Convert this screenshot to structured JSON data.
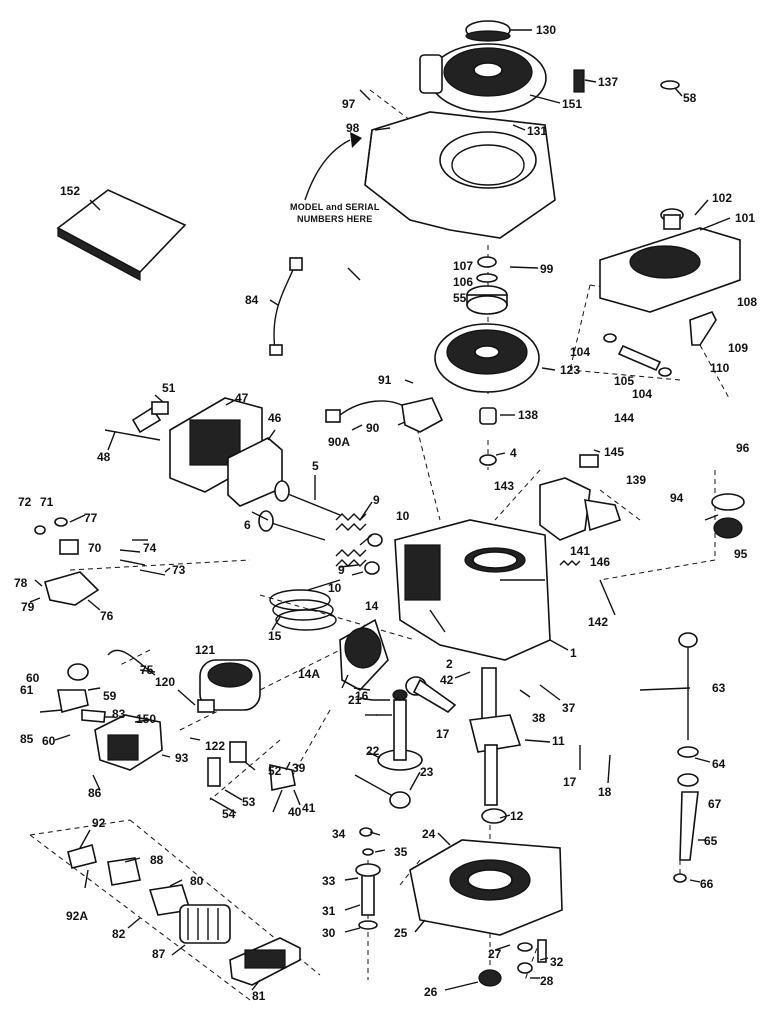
{
  "diagram": {
    "note_lines": [
      "MODEL and SERIAL",
      "NUMBERS HERE"
    ],
    "labels": [
      "130",
      "137",
      "58",
      "97",
      "151",
      "131",
      "98",
      "152",
      "102",
      "101",
      "107",
      "99",
      "106",
      "55",
      "84",
      "108",
      "104",
      "109",
      "105",
      "104",
      "110",
      "123",
      "91",
      "51",
      "47",
      "46",
      "138",
      "90A",
      "90",
      "144",
      "48",
      "4",
      "145",
      "96",
      "5",
      "143",
      "139",
      "94",
      "9",
      "72",
      "71",
      "77",
      "6",
      "10",
      "70",
      "74",
      "9",
      "73",
      "78",
      "10",
      "76",
      "79",
      "14",
      "95",
      "141",
      "146",
      "142",
      "121",
      "15",
      "1",
      "60",
      "75",
      "14A",
      "61",
      "59",
      "120",
      "16",
      "2",
      "42",
      "63",
      "83",
      "150",
      "85",
      "60",
      "38",
      "37",
      "21",
      "122",
      "17",
      "11",
      "22",
      "93",
      "52",
      "39",
      "23",
      "17",
      "18",
      "86",
      "53",
      "41",
      "40",
      "54",
      "64",
      "12",
      "92",
      "34",
      "35",
      "24",
      "67",
      "88",
      "65",
      "33",
      "80",
      "66",
      "31",
      "92A",
      "82",
      "30",
      "25",
      "87",
      "27",
      "32",
      "28",
      "26",
      "81"
    ]
  }
}
